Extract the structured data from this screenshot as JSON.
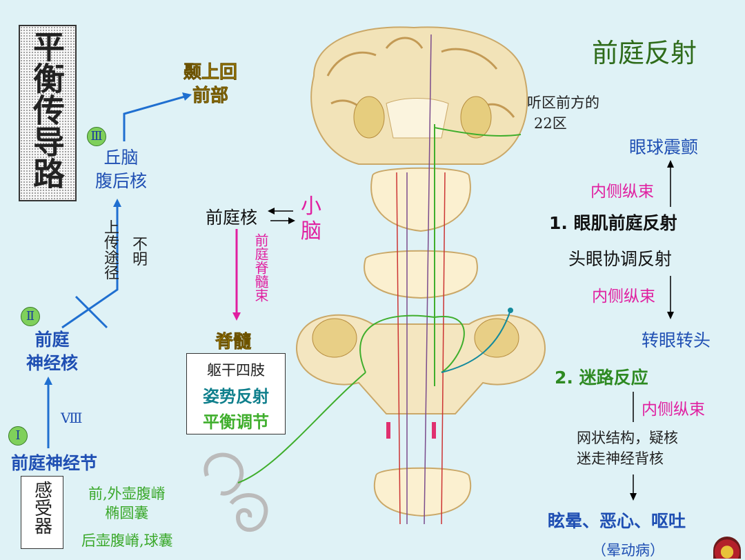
{
  "title": "平衡传导路",
  "heading": "前庭反射",
  "left_pathway": {
    "marker_3": "Ⅲ",
    "marker_2": "Ⅱ",
    "marker_1": "Ⅰ",
    "temporal": [
      "颞上回",
      "前部"
    ],
    "thalamus": [
      "丘脑",
      "腹后核"
    ],
    "ascending": "上传途径",
    "unclear": "不明",
    "vestibular_nuclei": [
      "前庭",
      "神经核"
    ],
    "nerve_label": "Ⅷ",
    "ganglion": "前庭神经节",
    "receptor": "感受器",
    "receptor_detail_1": [
      "前,外壶腹嵴",
      "椭圆囊"
    ],
    "receptor_detail_2": "后壶腹嵴,球囊"
  },
  "middle": {
    "vest_nucleus": "前庭核",
    "cerebellum": "小脑",
    "vestibulospinal": "前庭脊髓束",
    "spinal_cord": "脊髓",
    "box_lines": [
      "躯干四肢",
      "姿势反射",
      "平衡调节"
    ]
  },
  "right": {
    "auditory_area": [
      "听区前方的",
      "22区"
    ],
    "nystagmus": "眼球震颤",
    "mlf_1": "内侧纵束",
    "reflex_1": "1. 眼肌前庭反射",
    "reflex_1b": "头眼协调反射",
    "mlf_2": "内侧纵束",
    "turn": "转眼转头",
    "reflex_2": "2. 迷路反应",
    "mlf_3": "内侧纵束",
    "reticular": [
      "网状结构，疑核",
      "迷走神经背核"
    ],
    "symptoms": "眩晕、恶心、呕吐",
    "motion_sickness": "（晕动病）"
  },
  "colors": {
    "accent_blue": "#1f4fb3",
    "magenta": "#e01fa0",
    "gold": "#e3b310",
    "green": "#2e8a22",
    "teal": "#138a9c"
  }
}
